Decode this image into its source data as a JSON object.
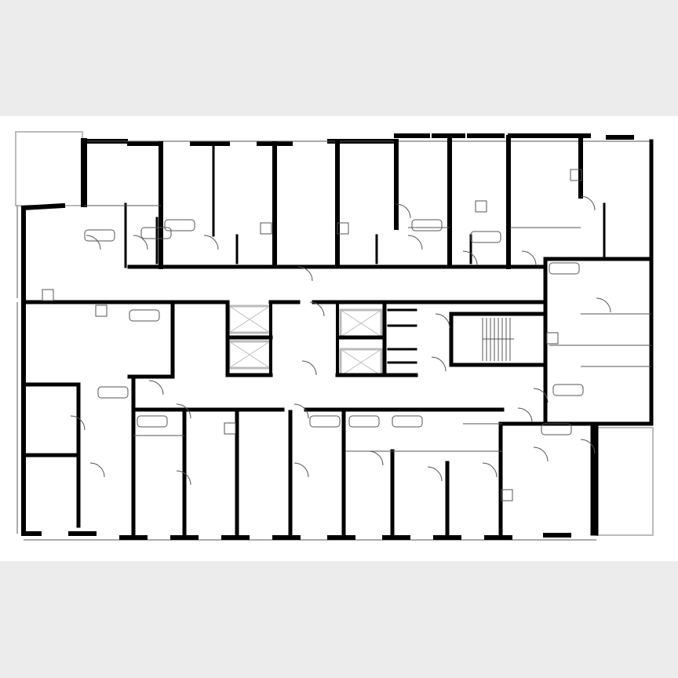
{
  "plan": {
    "type": "floor-plan",
    "colors": {
      "background": "#ececec",
      "sheet": "#ffffff",
      "wall": "#000000",
      "thin_line": "#555555",
      "fixture": "#bbbbbb"
    },
    "features": [
      "apartments",
      "central-corridor",
      "elevators",
      "stairwell",
      "balconies",
      "bathrooms"
    ]
  }
}
